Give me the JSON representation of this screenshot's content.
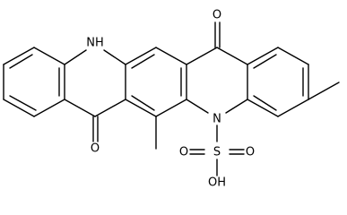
{
  "molecule": {
    "atoms": {
      "nh": "NH",
      "n": "N",
      "o_top": "O",
      "o_left": "O",
      "o_sulfonyl_left": "O",
      "o_sulfonyl_right": "O",
      "s": "S",
      "oh": "OH"
    }
  },
  "colors": {
    "background": "#ffffff",
    "ink": "#000000"
  }
}
